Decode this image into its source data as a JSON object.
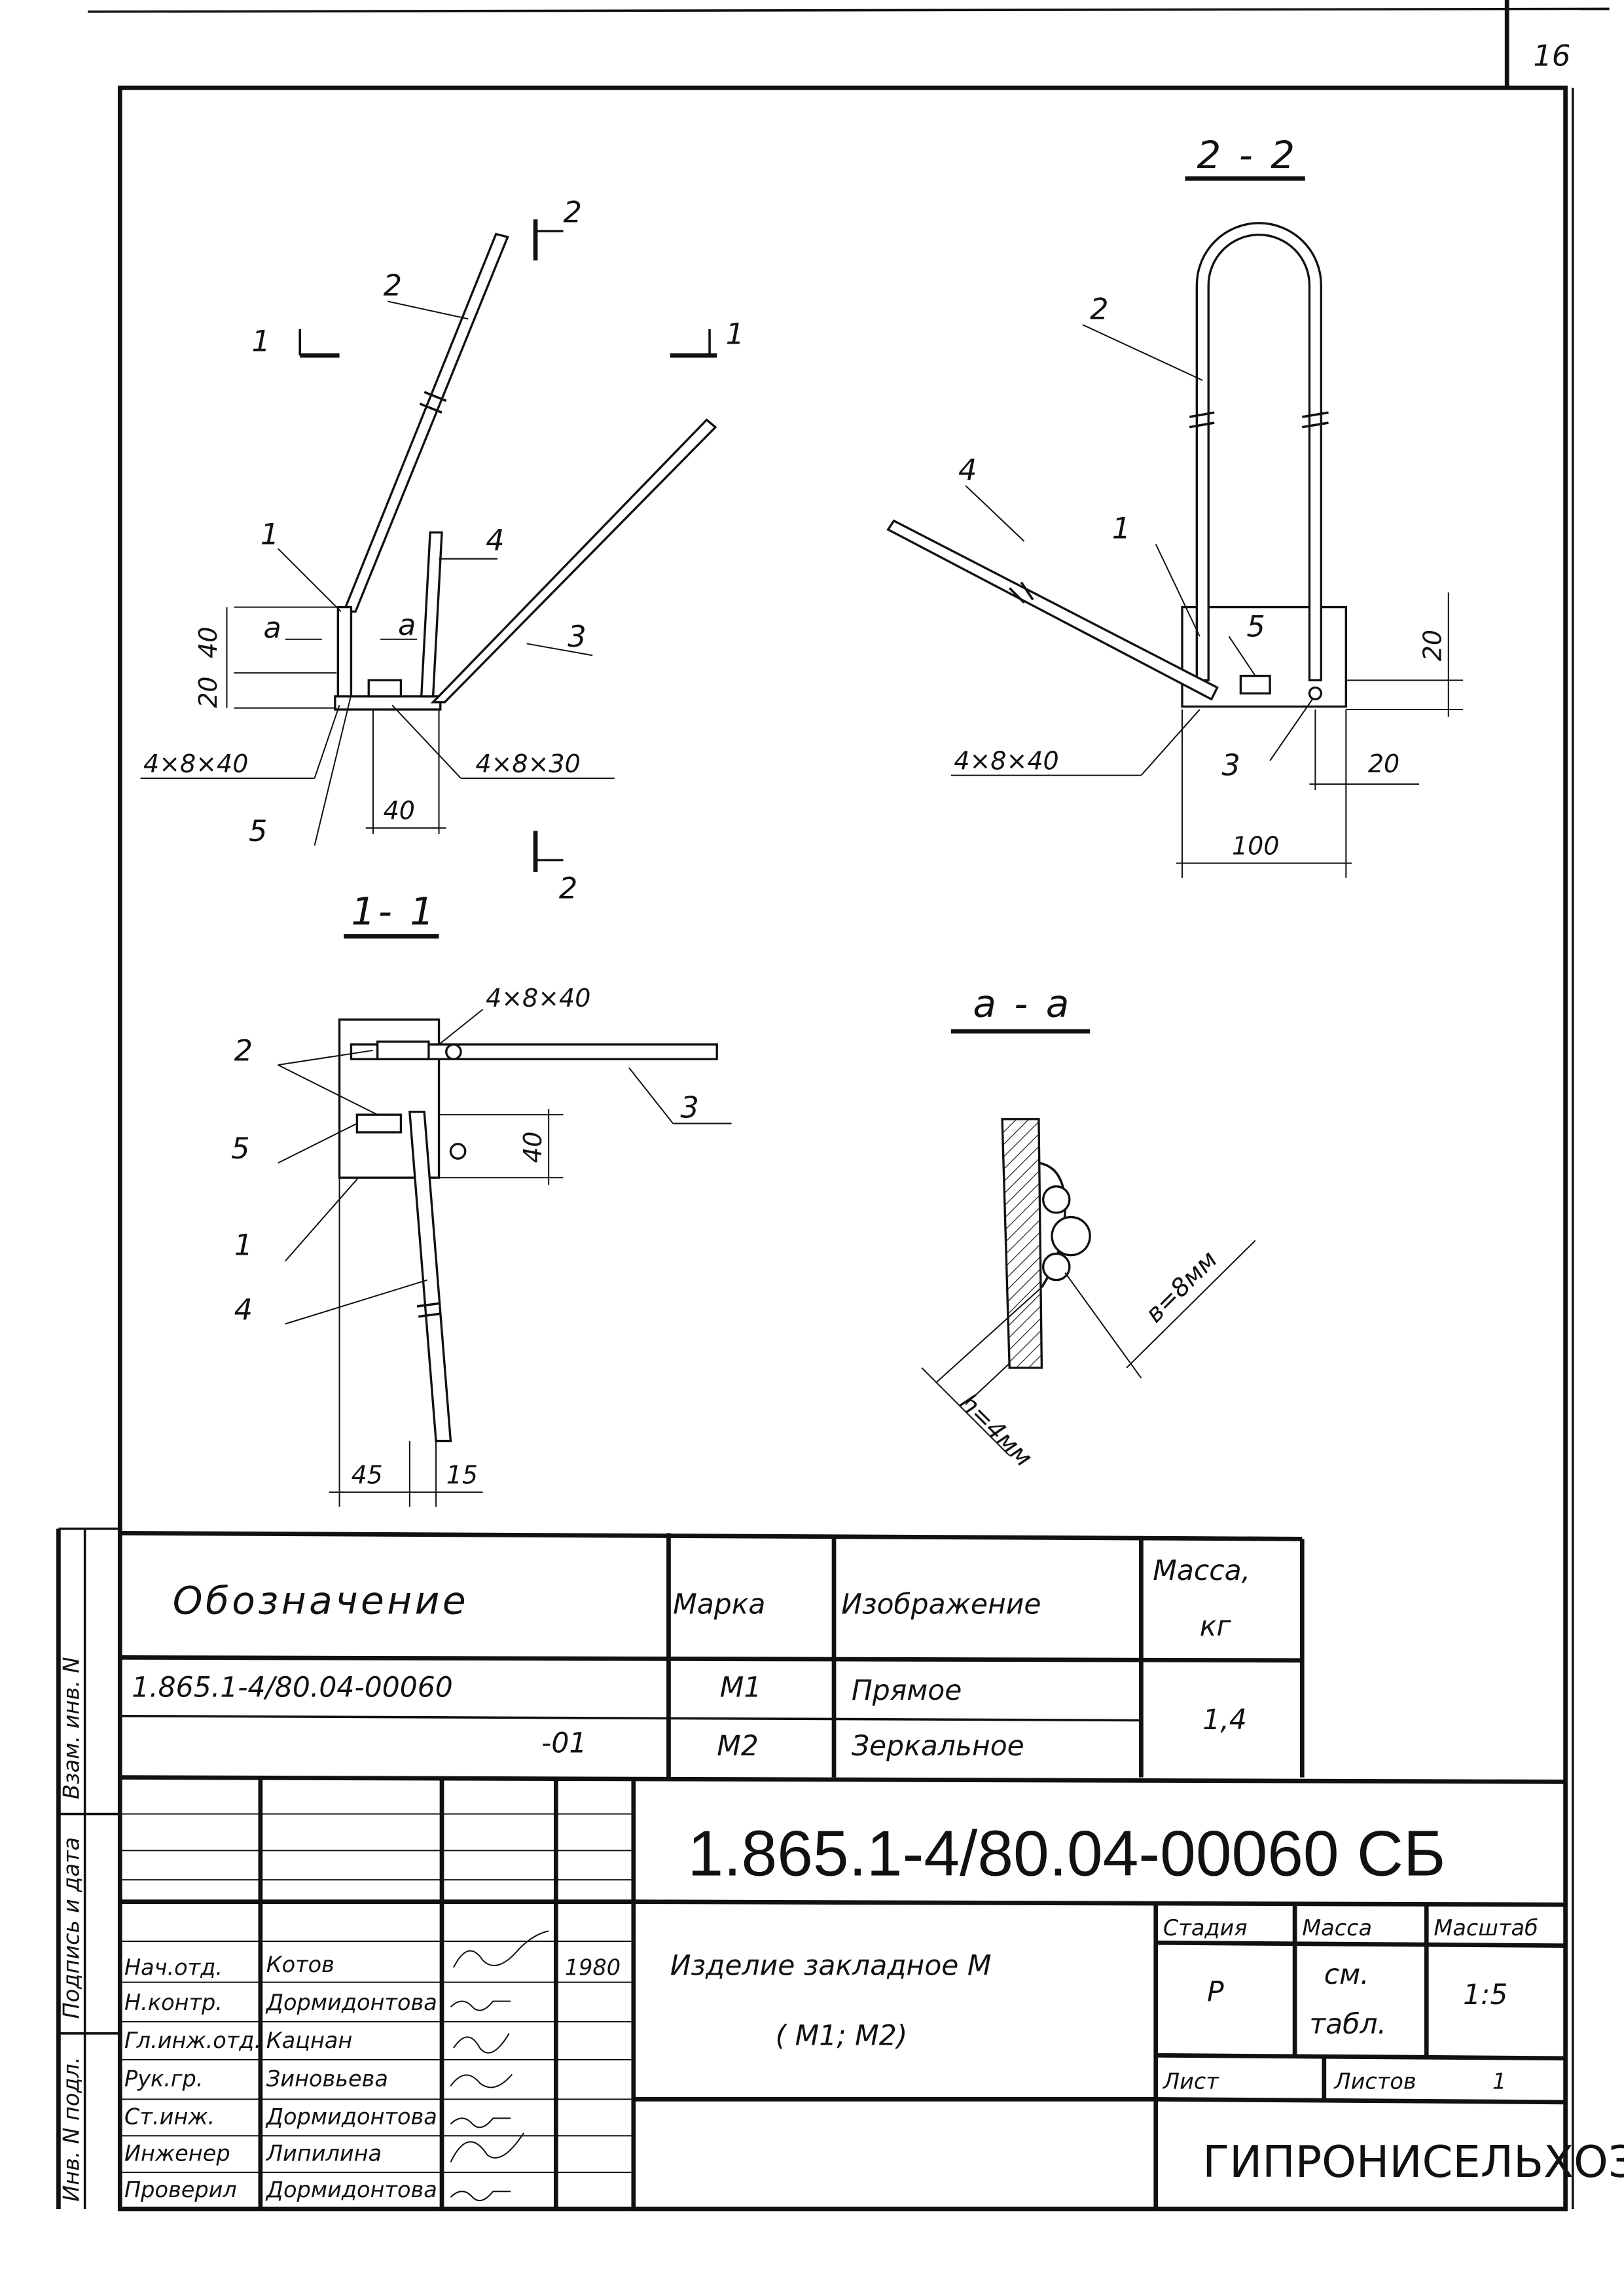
{
  "sheet_number": "16",
  "views": {
    "elevation": {
      "section_1_left": "1",
      "section_1_right": "1",
      "section_2_top": "2",
      "section_2_bottom": "2",
      "labels": [
        "1",
        "2",
        "3",
        "4",
        "5"
      ],
      "detail_mark": "a",
      "dims": {
        "weld_left": "4×8×40",
        "weld_right": "4×8×30",
        "width": "40",
        "h20": "20",
        "h40": "40"
      }
    },
    "section_2_2": {
      "title": "2 - 2",
      "labels": [
        "1",
        "2",
        "3",
        "4",
        "5"
      ],
      "dims": {
        "weld": "4×8×40",
        "h20": "20",
        "w20": "20",
        "w100": "100"
      }
    },
    "section_1_1": {
      "title": "1- 1",
      "labels": [
        "1",
        "2",
        "3",
        "4",
        "5"
      ],
      "dims": {
        "weld": "4×8×40",
        "h40": "40",
        "w45": "45",
        "w15": "15"
      }
    },
    "detail_a_a": {
      "title": "a - a",
      "dims": {
        "b": "в=8мм",
        "h": "h=4мм"
      }
    }
  },
  "spec_table": {
    "headers": [
      "Обозначение",
      "Марка",
      "Изображение",
      "Масса,",
      "кг"
    ],
    "rows": [
      {
        "designation": "1.865.1-4/80.04-00060",
        "mark": "М1",
        "image": "Прямое"
      },
      {
        "designation": "-01",
        "mark": "М2",
        "image": "Зеркальное"
      }
    ],
    "mass": "1,4"
  },
  "left_strip": {
    "items": [
      "Инв. N подл.",
      "Подпись и дата",
      "Взам. инв. N"
    ]
  },
  "title_block": {
    "designation": "1.865.1-4/80.04-00060 СБ",
    "title_line1": "Изделие закладное М",
    "title_line2": "( М1; М2)",
    "stage_label": "Стадия",
    "mass_label": "Масса",
    "scale_label": "Масштаб",
    "stage": "Р",
    "mass_line1": "см.",
    "mass_line2": "табл.",
    "scale": "1:5",
    "sheet_label": "Лист",
    "sheets_label": "Листов",
    "sheets": "1",
    "organization": "ГИПРОНИСЕЛЬХОЗ",
    "year": "1980",
    "staff": [
      {
        "role": "Нач.отд.",
        "name": "Котов"
      },
      {
        "role": "Н.контр.",
        "name": "Дормидонтова"
      },
      {
        "role": "Гл.инж.отд.",
        "name": "Кацнан"
      },
      {
        "role": "Рук.гр.",
        "name": "Зиновьева"
      },
      {
        "role": "Ст.инж.",
        "name": "Дормидонтова"
      },
      {
        "role": "Инженер",
        "name": "Липилина"
      },
      {
        "role": "Проверил",
        "name": "Дормидонтова"
      }
    ]
  }
}
